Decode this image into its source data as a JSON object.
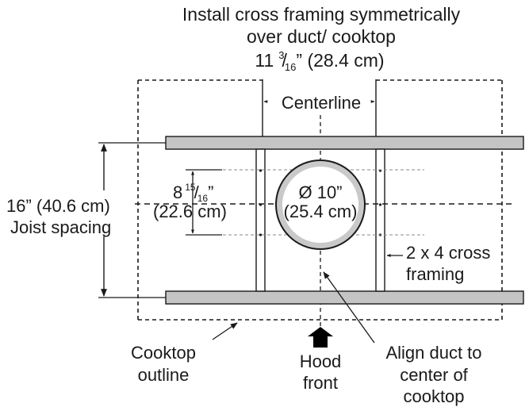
{
  "title_line1": "Install cross framing symmetrically",
  "title_line2": "over duct/ cooktop",
  "width_whole": "11",
  "width_num": "3",
  "width_den": "16",
  "width_tail": "” (28.4 cm)",
  "centerline": "Centerline",
  "joist_line1": "16” (40.6 cm)",
  "joist_line2": "Joist spacing",
  "inner_whole": "8",
  "inner_num": "15",
  "inner_den": "16",
  "inner_tail": "”",
  "inner_metric": "(22.6 cm)",
  "duct_line1": "Ø 10”",
  "duct_line2": "(25.4 cm)",
  "framing_line1": "2 x 4 cross",
  "framing_line2": "framing",
  "cooktop_line1": "Cooktop",
  "cooktop_line2": "outline",
  "hood_line1": "Hood",
  "hood_line2": "front",
  "align_line1": "Align duct to",
  "align_line2": "center of",
  "align_line3": "cooktop",
  "colors": {
    "joist_fill": "#c4c4c4",
    "duct_fill": "#c9c9c9",
    "duct_inner": "#ffffff",
    "ink": "#1a1a1a"
  }
}
